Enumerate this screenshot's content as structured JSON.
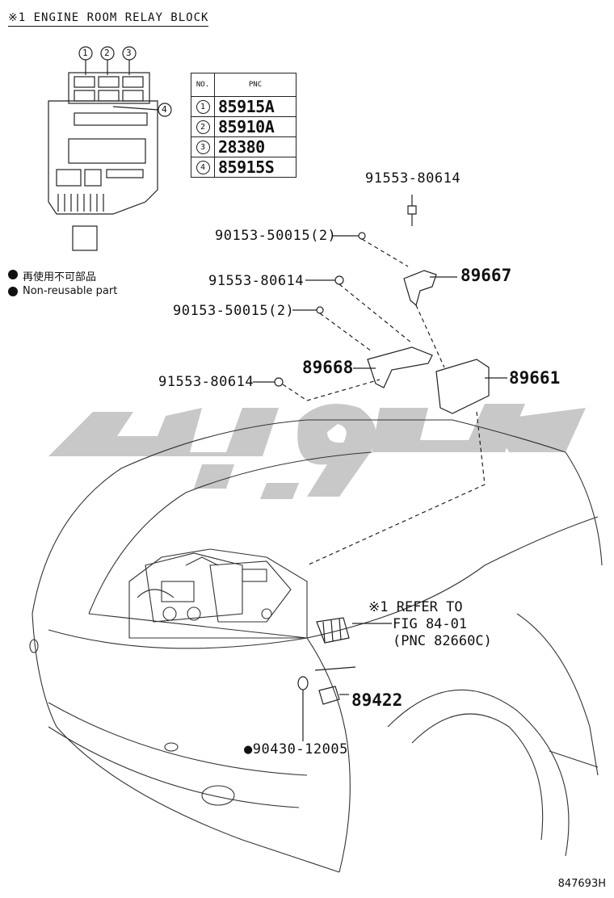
{
  "header": {
    "title": "※1 ENGINE ROOM RELAY BLOCK"
  },
  "relay_block": {
    "callouts": [
      "1",
      "2",
      "3",
      "4"
    ],
    "table": {
      "headers": [
        "NO.",
        "PNC"
      ],
      "rows": [
        {
          "no": "1",
          "pnc": "85915A"
        },
        {
          "no": "2",
          "pnc": "85910A"
        },
        {
          "no": "3",
          "pnc": "28380"
        },
        {
          "no": "4",
          "pnc": "85915S"
        }
      ]
    }
  },
  "legend": {
    "jp": "再使用不可部品",
    "en": "Non-reusable part"
  },
  "parts": {
    "p1": "91553-80614",
    "p2": "90153-50015(2)",
    "p3": "91553-80614",
    "p4": "90153-50015(2)",
    "p5": "91553-80614",
    "p6": "89667",
    "p7": "89668",
    "p8": "89661",
    "p9": "89422",
    "p10": "●90430-12005"
  },
  "reference": {
    "line1": "※1 REFER TO",
    "line2": "FIG 84-01",
    "line3": "(PNC 82660C)"
  },
  "watermark": {
    "color": "#c8c8c8"
  },
  "footer": {
    "doc_id": "847693H"
  }
}
